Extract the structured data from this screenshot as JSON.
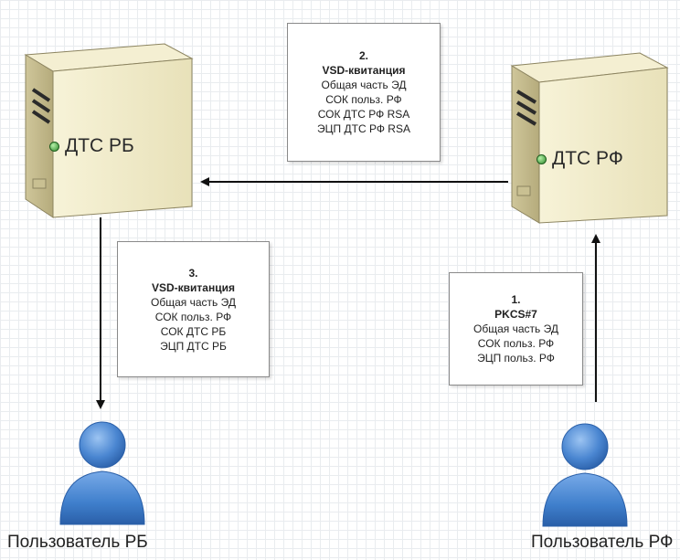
{
  "servers": {
    "left": {
      "label": "ДТС РБ"
    },
    "right": {
      "label": "ДТС РФ"
    }
  },
  "users": {
    "left": {
      "label": "Пользователь РБ"
    },
    "right": {
      "label": "Пользователь РФ"
    }
  },
  "messages": {
    "step1": {
      "number": "1.",
      "title": "PKCS#7",
      "lines": [
        "Общая часть ЭД",
        "СОК польз. РФ",
        "ЭЦП польз. РФ"
      ]
    },
    "step2": {
      "number": "2.",
      "title": "VSD-квитанция",
      "lines": [
        "Общая часть ЭД",
        "СОК польз. РФ",
        "СОК ДТС РФ RSA",
        "ЭЦП ДТС РФ RSA"
      ]
    },
    "step3": {
      "number": "3.",
      "title": "VSD-квитанция",
      "lines": [
        "Общая часть ЭД",
        "СОК польз. РФ",
        "СОК ДТС РБ",
        "ЭЦП ДТС РБ"
      ]
    }
  },
  "colors": {
    "server_face": "#f2edcc",
    "server_side": "#d9d2a6",
    "user_blue": "#3f7fcc",
    "arrow": "#111111"
  }
}
